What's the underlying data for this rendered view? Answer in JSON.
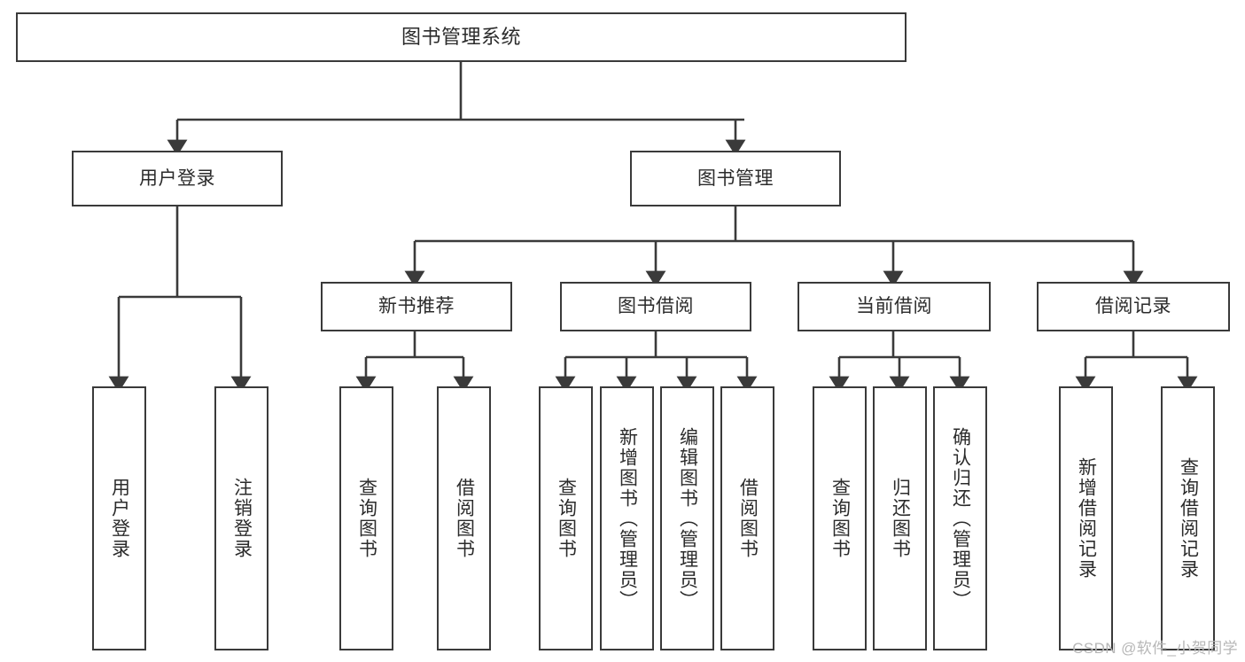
{
  "diagram": {
    "title": "图书管理系统",
    "type": "hierarchy-tree",
    "levels": 4,
    "colors": {
      "box_border": "#3a3a3a",
      "box_fill": "#ffffff",
      "connector": "#3a3a3a",
      "text": "#2b2b2b",
      "watermark": "#b7b7b7",
      "background": "#ffffff"
    },
    "nodes": {
      "root": {
        "label": "图书管理系统",
        "orientation": "horizontal"
      },
      "level2": [
        {
          "label": "用户登录",
          "orientation": "horizontal"
        },
        {
          "label": "图书管理",
          "orientation": "horizontal"
        }
      ],
      "level3": [
        {
          "label": "新书推荐",
          "orientation": "horizontal"
        },
        {
          "label": "图书借阅",
          "orientation": "horizontal"
        },
        {
          "label": "当前借阅",
          "orientation": "horizontal"
        },
        {
          "label": "借阅记录",
          "orientation": "horizontal"
        }
      ],
      "leaves": {
        "user_login": [
          {
            "label": "用户登录",
            "orientation": "vertical"
          },
          {
            "label": "注销登录",
            "orientation": "vertical"
          }
        ],
        "new_book_recommend": [
          {
            "label": "查询图书",
            "orientation": "vertical"
          },
          {
            "label": "借阅图书",
            "orientation": "vertical"
          }
        ],
        "book_borrow": [
          {
            "label": "查询图书",
            "orientation": "vertical"
          },
          {
            "label": "新增图书（管理员）",
            "orientation": "vertical"
          },
          {
            "label": "编辑图书（管理员）",
            "orientation": "vertical"
          },
          {
            "label": "借阅图书",
            "orientation": "vertical"
          }
        ],
        "current_borrow": [
          {
            "label": "查询图书",
            "orientation": "vertical"
          },
          {
            "label": "归还图书",
            "orientation": "vertical"
          },
          {
            "label": "确认归还（管理员）",
            "orientation": "vertical"
          }
        ],
        "borrow_record": [
          {
            "label": "新增借阅记录",
            "orientation": "vertical"
          },
          {
            "label": "查询借阅记录",
            "orientation": "vertical"
          }
        ]
      }
    },
    "watermark": "CSDN @软件_小贺同学"
  }
}
